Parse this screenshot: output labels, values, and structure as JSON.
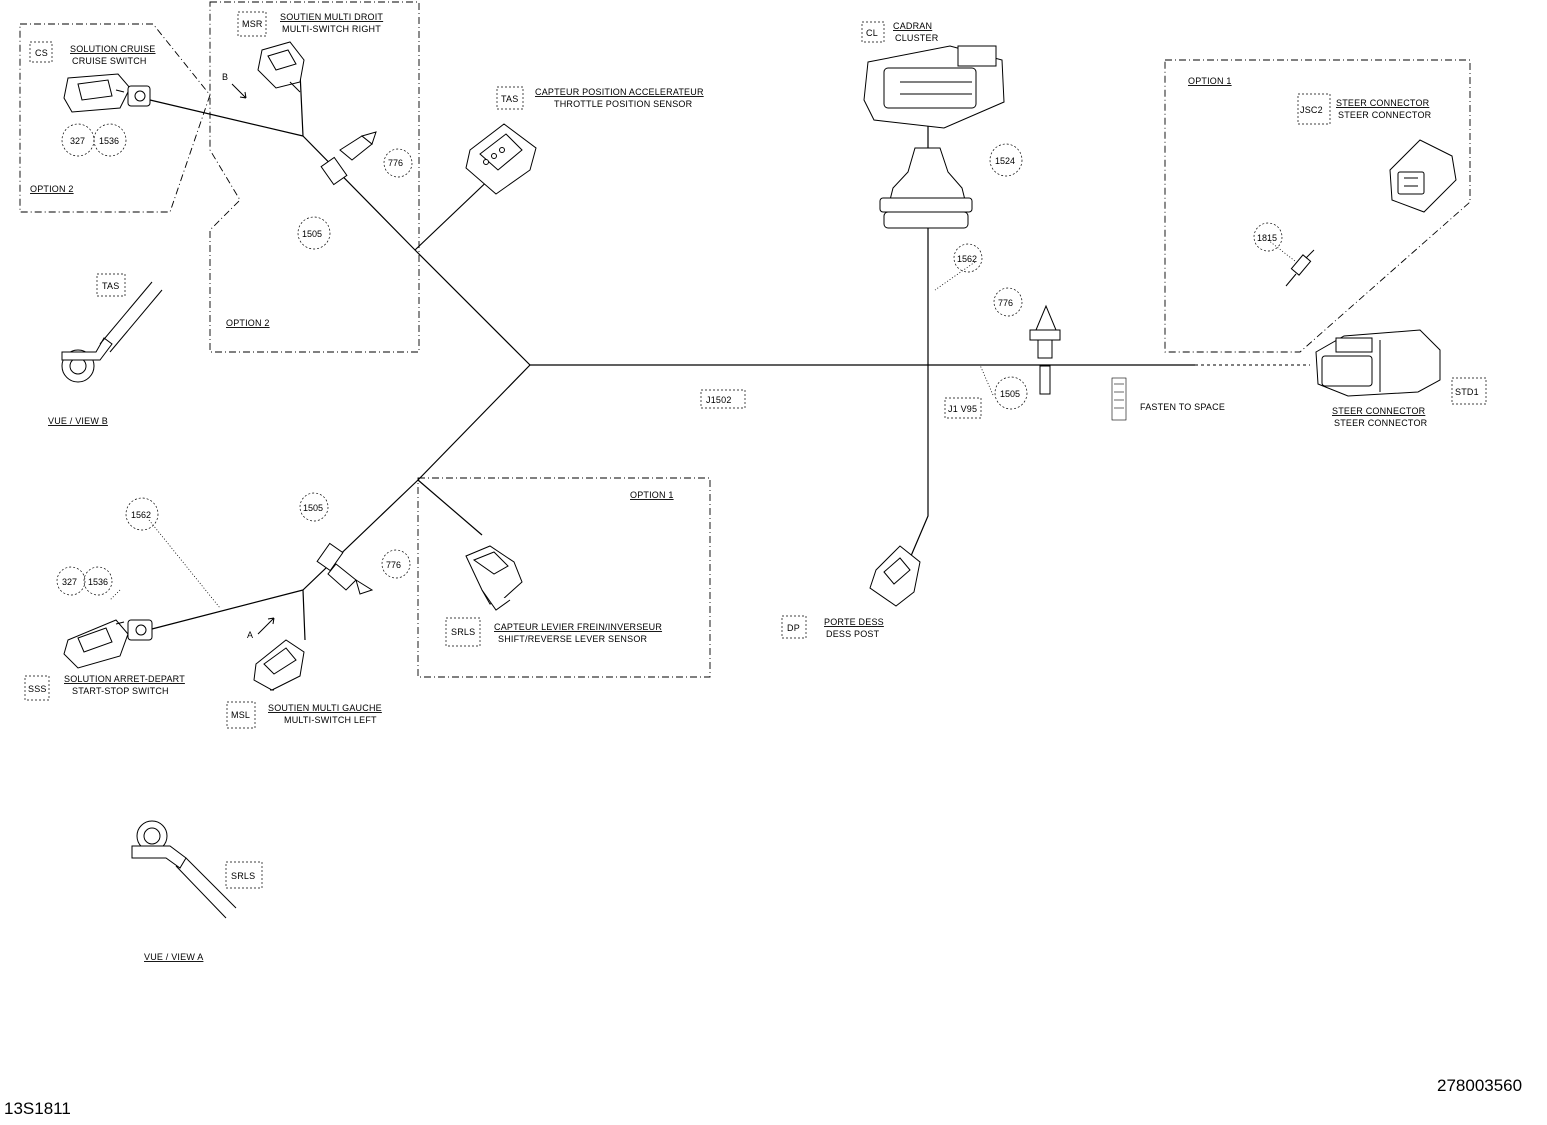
{
  "document": {
    "code_left": "13S1811",
    "code_right": "278003560"
  },
  "callouts": {
    "cs": "CS",
    "cs_fr": "SOLUTION CRUISE",
    "cs_en": "CRUISE SWITCH",
    "option_2_top": "OPTION 2",
    "view_b": "VUE / VIEW B",
    "msr": "MSR",
    "msr_fr": "SOUTIEN MULTI DROIT",
    "msr_en": "MULTI-SWITCH RIGHT",
    "option_2_mid": "OPTION 2",
    "tas_top": "TAS",
    "tas": "TAS",
    "tas_fr": "CAPTEUR POSITION ACCELERATEUR",
    "tas_en": "THROTTLE POSITION SENSOR",
    "cl": "CL",
    "cl_fr": "CADRAN",
    "cl_en": "CLUSTER",
    "option_1_right": "OPTION 1",
    "j_sc": "JSC2",
    "j_sc_fr": "STEER CONNECTOR",
    "j_sc_en": "STEER CONNECTOR",
    "std1": "STD1",
    "std1_fr": "STEER CONNECTOR",
    "std1_en": "STEER CONNECTOR",
    "trunk": "J1502",
    "trunk2": "J1 V95",
    "tie_note": "FASTEN TO SPACE",
    "dp": "DP",
    "dp_fr": "PORTE DESS",
    "dp_en": "DESS POST",
    "sss": "SSS",
    "sss_fr": "SOLUTION ARRET-DEPART",
    "sss_en": "START-STOP SWITCH",
    "msl": "MSL",
    "msl_fr": "SOUTIEN MULTI GAUCHE",
    "msl_en": "MULTI-SWITCH LEFT",
    "option_1_mid": "OPTION 1",
    "srls": "SRLS",
    "srls_fr": "CAPTEUR LEVIER FREIN/INVERSEUR",
    "srls_en": "SHIFT/REVERSE LEVER SENSOR",
    "srls_b": "SRLS",
    "view_a": "VUE / VIEW A",
    "letter_b": "B",
    "letter_a": "A"
  },
  "refs": {
    "r_327a": "327",
    "r_1536a": "1536",
    "r_776a": "776",
    "r_1505a": "1505",
    "r_1524": "1524",
    "r_1562a": "1562",
    "r_776b": "776",
    "r_1505b": "1505",
    "r_1815": "1815",
    "r_1562b": "1562",
    "r_1505c": "1505",
    "r_776c": "776",
    "r_327b": "327",
    "r_1536b": "1536"
  }
}
